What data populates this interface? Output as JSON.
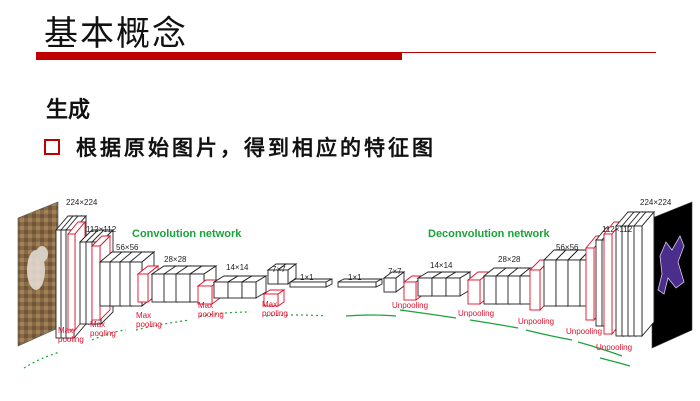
{
  "slide": {
    "title": "基本概念",
    "heading": "生成",
    "bullet": "根据原始图片，得到相应的特征图"
  },
  "colors": {
    "accent": "#c00000",
    "green": "#1aa33a",
    "pool_red": "#e0112b"
  },
  "diagram": {
    "conv_title": "Convolution network",
    "deconv_title": "Deconvolution network",
    "size_labels": {
      "in": "224×224",
      "c112": "112×112",
      "c56": "56×56",
      "c28": "28×28",
      "c14": "14×14",
      "c7": "7×7",
      "fc1": "1×1",
      "fc2": "1×1",
      "d7": "7×7",
      "d14": "14×14",
      "d28": "28×28",
      "d56": "56×56",
      "d112": "112×112",
      "out": "224×224"
    },
    "max_pooling_label": "Max pooling",
    "unpooling_label": "Unpooling"
  }
}
